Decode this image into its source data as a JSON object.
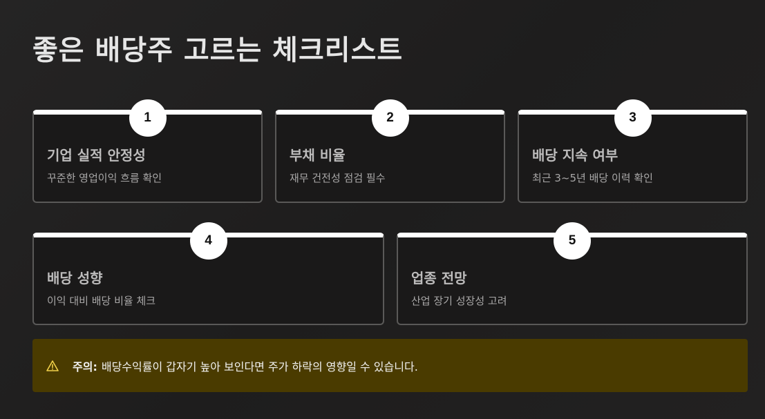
{
  "title": "좋은 배당주 고르는 체크리스트",
  "cards": [
    {
      "number": "1",
      "title": "기업 실적 안정성",
      "desc": "꾸준한 영업이익 흐름 확인"
    },
    {
      "number": "2",
      "title": "부채 비율",
      "desc": "재무 건전성 점검 필수"
    },
    {
      "number": "3",
      "title": "배당 지속 여부",
      "desc": "최근 3~5년 배당 이력 확인"
    },
    {
      "number": "4",
      "title": "배당 성향",
      "desc": "이익 대비 배당 비율 체크"
    },
    {
      "number": "5",
      "title": "업종 전망",
      "desc": "산업 장기 성장성 고려"
    }
  ],
  "alert": {
    "icon": "warning-icon",
    "label": "주의:",
    "text": "배당수익률이 갑자기 높아 보인다면 주가 하락의 영향일 수 있습니다."
  },
  "colors": {
    "background": "#1f1e1e",
    "card_border_top": "#ffffff",
    "alert_bg": "#4a3b00"
  }
}
